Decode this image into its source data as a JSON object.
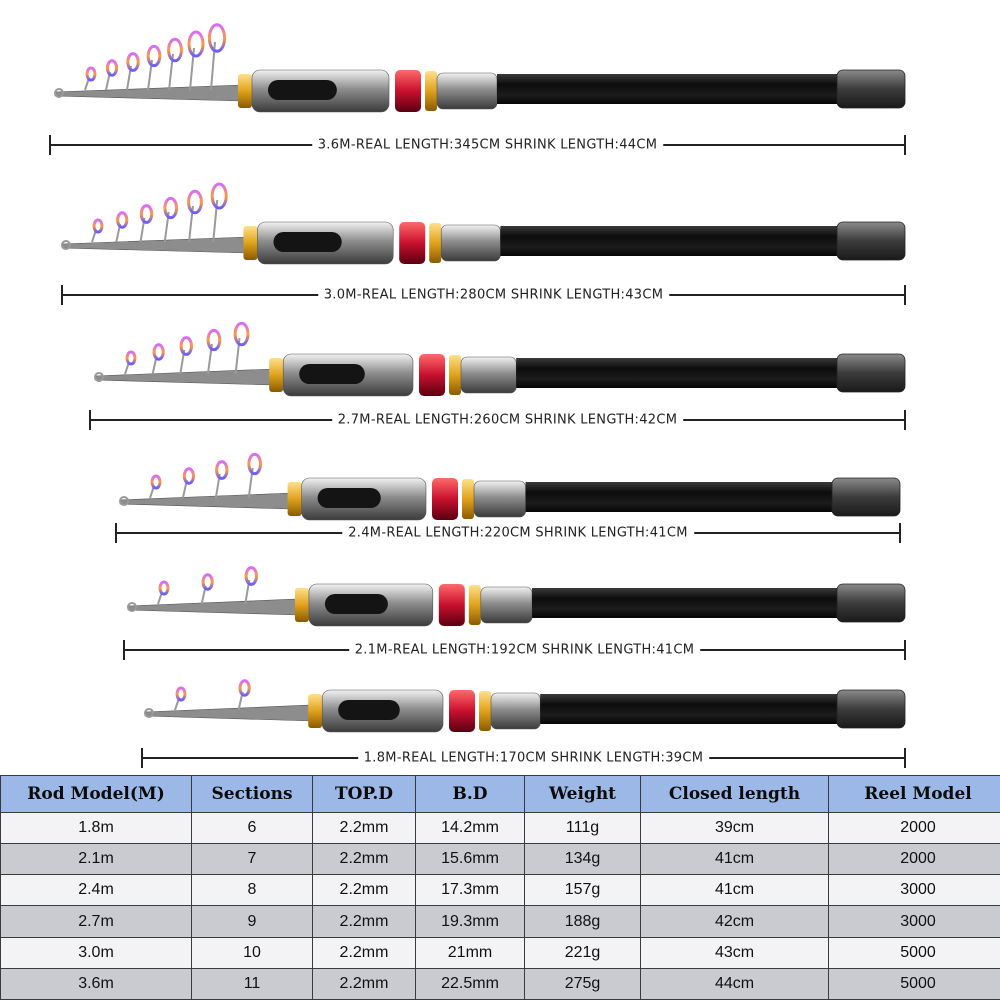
{
  "rods": [
    {
      "model": "3.6M",
      "caption": "3.6M-REAL LENGTH:345CM SHRINK LENGTH:44CM",
      "guides": 7
    },
    {
      "model": "3.0M",
      "caption": "3.0M-REAL LENGTH:280CM SHRINK LENGTH:43CM",
      "guides": 6
    },
    {
      "model": "2.7M",
      "caption": "2.7M-REAL LENGTH:260CM SHRINK LENGTH:42CM",
      "guides": 5
    },
    {
      "model": "2.4M",
      "caption": "2.4M-REAL LENGTH:220CM SHRINK LENGTH:41CM",
      "guides": 4
    },
    {
      "model": "2.1M",
      "caption": "2.1M-REAL LENGTH:192CM SHRINK LENGTH:41CM",
      "guides": 3
    },
    {
      "model": "1.8M",
      "caption": "1.8M-REAL LENGTH:170CM SHRINK LENGTH:39CM",
      "guides": 2
    }
  ],
  "table": {
    "headers": [
      "Rod Model(M)",
      "Sections",
      "TOP.D",
      "B.D",
      "Weight",
      "Closed length",
      "Reel Model"
    ],
    "rows": [
      [
        "1.8m",
        "6",
        "2.2mm",
        "14.2mm",
        "111g",
        "39cm",
        "2000"
      ],
      [
        "2.1m",
        "7",
        "2.2mm",
        "15.6mm",
        "134g",
        "41cm",
        "2000"
      ],
      [
        "2.4m",
        "8",
        "2.2mm",
        "17.3mm",
        "157g",
        "41cm",
        "3000"
      ],
      [
        "2.7m",
        "9",
        "2.2mm",
        "19.3mm",
        "188g",
        "42cm",
        "3000"
      ],
      [
        "3.0m",
        "10",
        "2.2mm",
        "21mm",
        "221g",
        "43cm",
        "5000"
      ],
      [
        "3.6m",
        "11",
        "2.2mm",
        "22.5mm",
        "275g",
        "44cm",
        "5000"
      ]
    ]
  },
  "colors": {
    "header_bg": "#9bb8e6",
    "row_light": "#f3f3f6",
    "row_dark": "#c9cbd1",
    "reel_seat_red": "#c8102e",
    "gold_ring": "#e0a21c",
    "carbon_blank": "#111111"
  }
}
